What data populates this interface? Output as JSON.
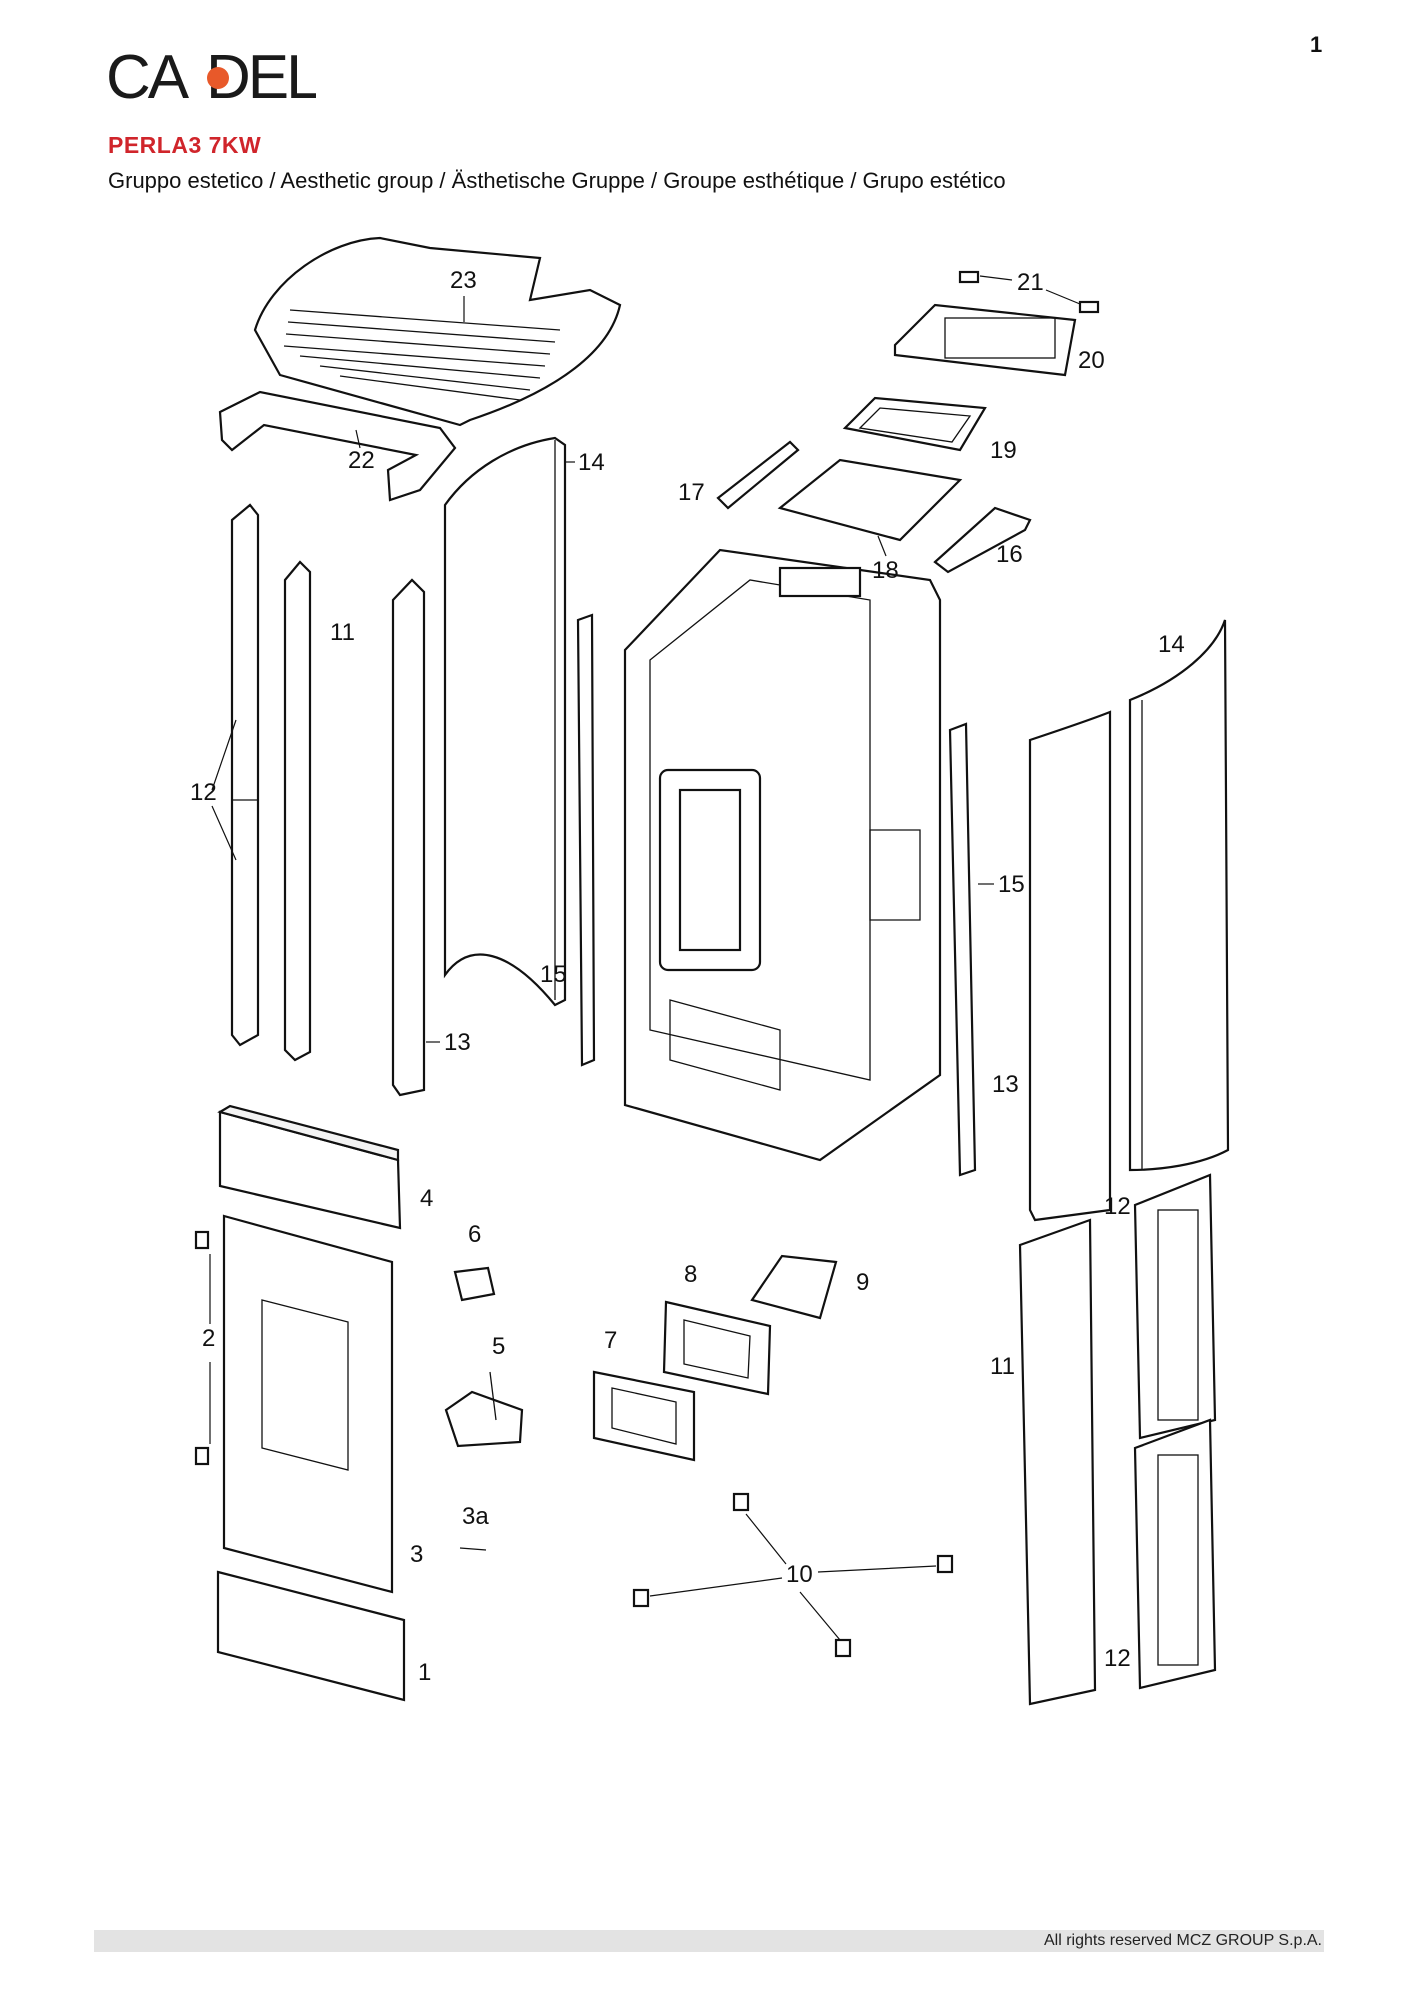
{
  "page_number": "1",
  "brand": {
    "logo_text": "CADEL",
    "accent_color": "#e8592a"
  },
  "model": "PERLA3 7KW",
  "subtitle": "Gruppo estetico / Aesthetic group / Ästhetische Gruppe / Groupe esthétique / Grupo estético",
  "colors": {
    "title_red": "#d0252b",
    "line": "#111111"
  },
  "callouts": {
    "c23": "23",
    "c22": "22",
    "c14_left": "14",
    "c11_left": "11",
    "c12_left": "12",
    "c13_left": "13",
    "c15_left": "15",
    "c21": "21",
    "c20": "20",
    "c19": "19",
    "c17": "17",
    "c18": "18",
    "c16": "16",
    "c14_right": "14",
    "c15_right": "15",
    "c13_right": "13",
    "c12_right_top": "12",
    "c11_right": "11",
    "c12_right_bottom": "12",
    "c4": "4",
    "c6": "6",
    "c2": "2",
    "c5": "5",
    "c3a": "3a",
    "c3": "3",
    "c1": "1",
    "c8": "8",
    "c9": "9",
    "c7": "7",
    "c10": "10"
  },
  "footer": "All rights reserved MCZ GROUP S.p.A."
}
